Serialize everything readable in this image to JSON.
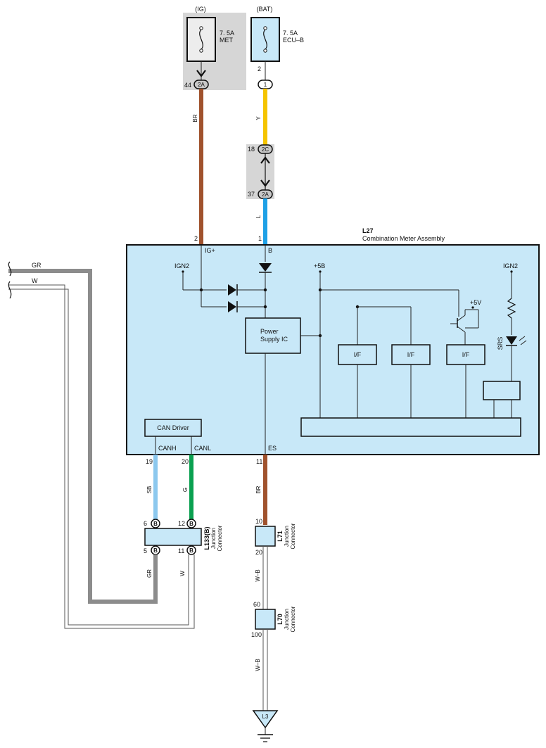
{
  "colors": {
    "brown": "#a0522d",
    "yellow": "#f5c400",
    "blue": "#1ea0e6",
    "sky_blue": "#8cc8ee",
    "green": "#0aa050",
    "gray": "#8c8c8c",
    "meter_fill": "#c8e8f8",
    "shade": "#d6d6d6"
  },
  "fuses": {
    "ig": {
      "source": "(IG)",
      "rating": "7. 5A",
      "name": "MET",
      "pin": "44",
      "connector": "2A"
    },
    "bat": {
      "source": "(BAT)",
      "rating": "7. 5A",
      "name": "ECU–B",
      "pin": "2",
      "connector": "1"
    }
  },
  "wires": {
    "br_top": "BR",
    "y": "Y",
    "l": "L",
    "sb": "SB",
    "g": "G",
    "br_bottom": "BR",
    "gr_left": "GR",
    "w_left": "W",
    "gr_bottom": "GR",
    "w_bottom": "W",
    "wb_1": "W–B",
    "wb_2": "W–B"
  },
  "inline_connector": {
    "pin_top": "18",
    "conn_top": "2C",
    "pin_bottom": "37",
    "conn_bottom": "2A"
  },
  "meter": {
    "id": "L27",
    "name": "Combination Meter Assembly",
    "pin_ig": "2",
    "pin_b": "1",
    "terminal_ig": "IG+",
    "terminal_b": "B",
    "ign2_left": "IGN2",
    "plus5b": "+5B",
    "plus5v": "+5V",
    "ign2_right": "IGN2",
    "srs": "SRS",
    "power_ic_line1": "Power",
    "power_ic_line2": "Supply IC",
    "if_1": "I/F",
    "if_2": "I/F",
    "if_3": "I/F",
    "can_driver": "CAN Driver",
    "canh": "CANH",
    "canl": "CANL",
    "es": "ES",
    "pin_canh": "19",
    "pin_canl": "20",
    "pin_es": "11"
  },
  "junction_l133": {
    "id": "L133(B)",
    "label_line1": "Junction",
    "label_line2": "Connector",
    "pin_6": "6",
    "pin_12": "12",
    "pin_5": "5",
    "pin_11": "11",
    "conn": "B"
  },
  "junction_l71": {
    "id": "L71",
    "label_line1": "Junction",
    "label_line2": "Connector",
    "pin_top": "10",
    "pin_bottom": "20"
  },
  "junction_l70": {
    "id": "L70",
    "label_line1": "Junction",
    "label_line2": "Connector",
    "pin_top": "60",
    "pin_bottom": "100"
  },
  "ground": {
    "id": "L3"
  }
}
